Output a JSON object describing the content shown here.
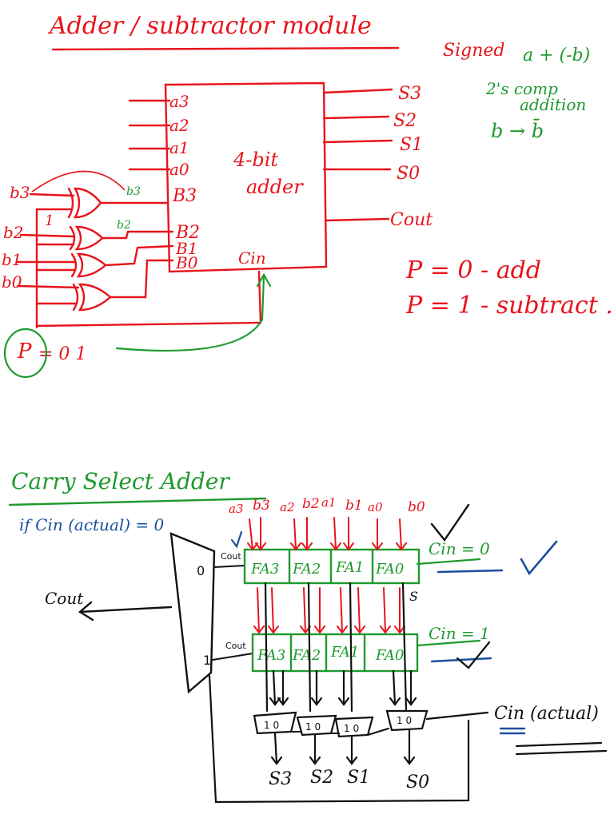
{
  "colors": {
    "red": "#e8141c",
    "green": "#1f9a2e",
    "blue": "#1a4f9e",
    "black": "#111111"
  },
  "top": {
    "title": "Adder / subtractor module",
    "note_signed": "Signed",
    "note_expr": "a + (-b)",
    "note_twos": "2's comp",
    "note_addition": "addition",
    "note_bbar": "b → b̄",
    "inputs_a": [
      "a3",
      "a2",
      "a1",
      "a0"
    ],
    "inputs_b": [
      "b3",
      "b2",
      "b1",
      "b0"
    ],
    "box_inputs_b": [
      "B3",
      "B2",
      "B1",
      "B0"
    ],
    "outputs": [
      "S3",
      "S2",
      "S1",
      "S0",
      "Cout"
    ],
    "box_label_1": "4-bit",
    "box_label_2": "adder",
    "cin": "Cin",
    "xor_one": "1",
    "tag_b3": "b3",
    "tag_b2": "b2",
    "p_label": "P",
    "p_value": "= 0 1",
    "p0": "P = 0 - add",
    "p1": "P = 1 - subtract ."
  },
  "bottom": {
    "title": "Carry Select Adder",
    "cond": "if Cin (actual) = 0",
    "top_labels": [
      "a3",
      "b3",
      "a2",
      "b2",
      "a1",
      "b1",
      "a0",
      "b0"
    ],
    "row1_cells": [
      "FA3",
      "FA2",
      "FA1",
      "FA0"
    ],
    "row2_cells": [
      "FA3",
      "FA2",
      "FA1",
      "FA0"
    ],
    "cin0": "Cin = 0",
    "cin1": "Cin = 1",
    "cout_small": "Cout",
    "mux_0": "0",
    "mux_1": "1",
    "cout_big": "Cout",
    "s_label": "S",
    "small_mux": "1 0",
    "sums": [
      "S3",
      "S2",
      "S1",
      "S0"
    ],
    "cin_actual": "Cin (actual)"
  }
}
